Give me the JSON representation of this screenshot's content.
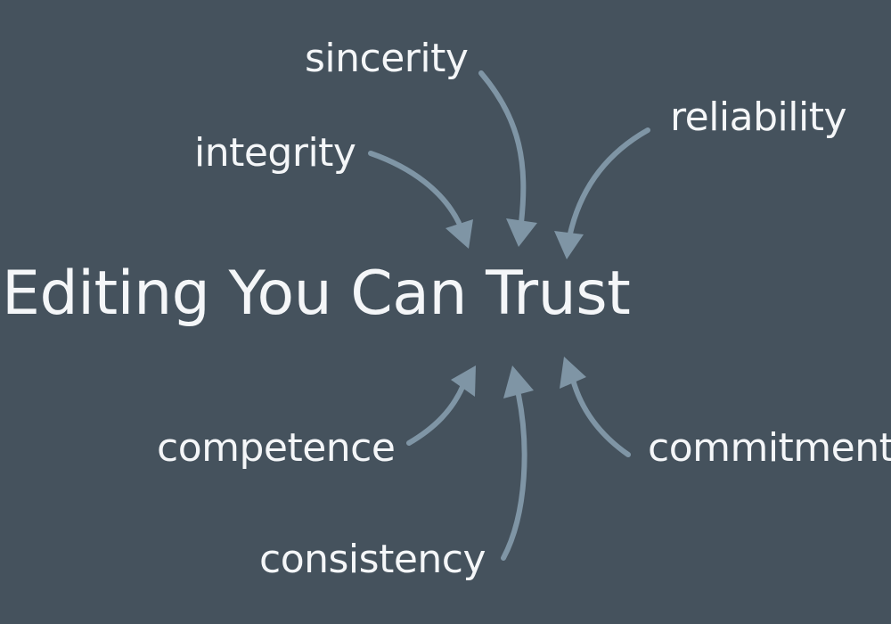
{
  "title": "Editing You Can Trust",
  "words": {
    "sincerity": "sincerity",
    "integrity": "integrity",
    "reliability": "reliability",
    "competence": "competence",
    "commitment": "commitment",
    "consistency": "consistency"
  },
  "colors": {
    "background": "#45525d",
    "text": "#f4f6f8",
    "arrow": "#7f95a5"
  }
}
